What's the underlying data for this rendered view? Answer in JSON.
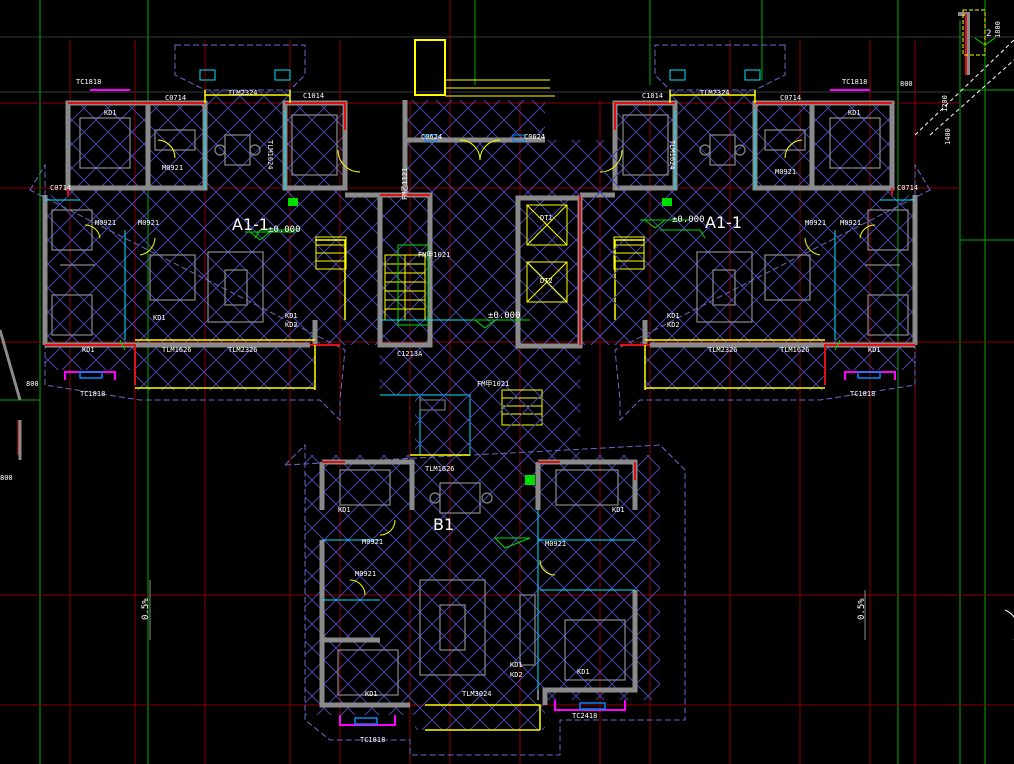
{
  "drawing": {
    "unit_left": "A1-1",
    "unit_right": "A1-1",
    "unit_bottom": "B1",
    "level_left": "±0.000",
    "level_right": "±0.000",
    "level_core": "±0.000",
    "slope_left": "0.5%",
    "slope_right": "0.5%",
    "dim_800_left": "800",
    "dim_800_right": "800",
    "dim_1800": "1800",
    "dim_1200": "1200",
    "dim_1400": "1400",
    "dim_2": "2"
  },
  "labels": {
    "tc1818_l": "TC1818",
    "tc1818_r": "TC1818",
    "tc1818_bl": "TC1818",
    "tc1818_br": "TC1818",
    "c0714_l": "C0714",
    "c0714_r": "C0714",
    "c0714_l2": "C0714",
    "c0714_r2": "C0714",
    "c1014_l": "C1014",
    "c1014_r": "C1014",
    "tlm2324_l": "TLM2324",
    "tlm2324_r": "TLM2324",
    "tlm1624_l": "TLM1624",
    "tlm1624_r": "TLM1624",
    "tlm2326_l": "TLM2326",
    "tlm2326_r": "TLM2326",
    "tlm1626_l": "TLM1626",
    "tlm1626_r": "TLM1626",
    "tlm1626_b": "TLM1626",
    "tlm3024_b": "TLM3024",
    "tc2418_b": "TC2418",
    "m0921": "M0921",
    "kd1": "KD1",
    "kd2": "KD2",
    "c0624": "C0624",
    "c1213a": "C1213A",
    "fm_1121": "FM乙1121",
    "fm_1021": "FM甲1021",
    "dt1": "DT1",
    "dt2": "DT2"
  }
}
